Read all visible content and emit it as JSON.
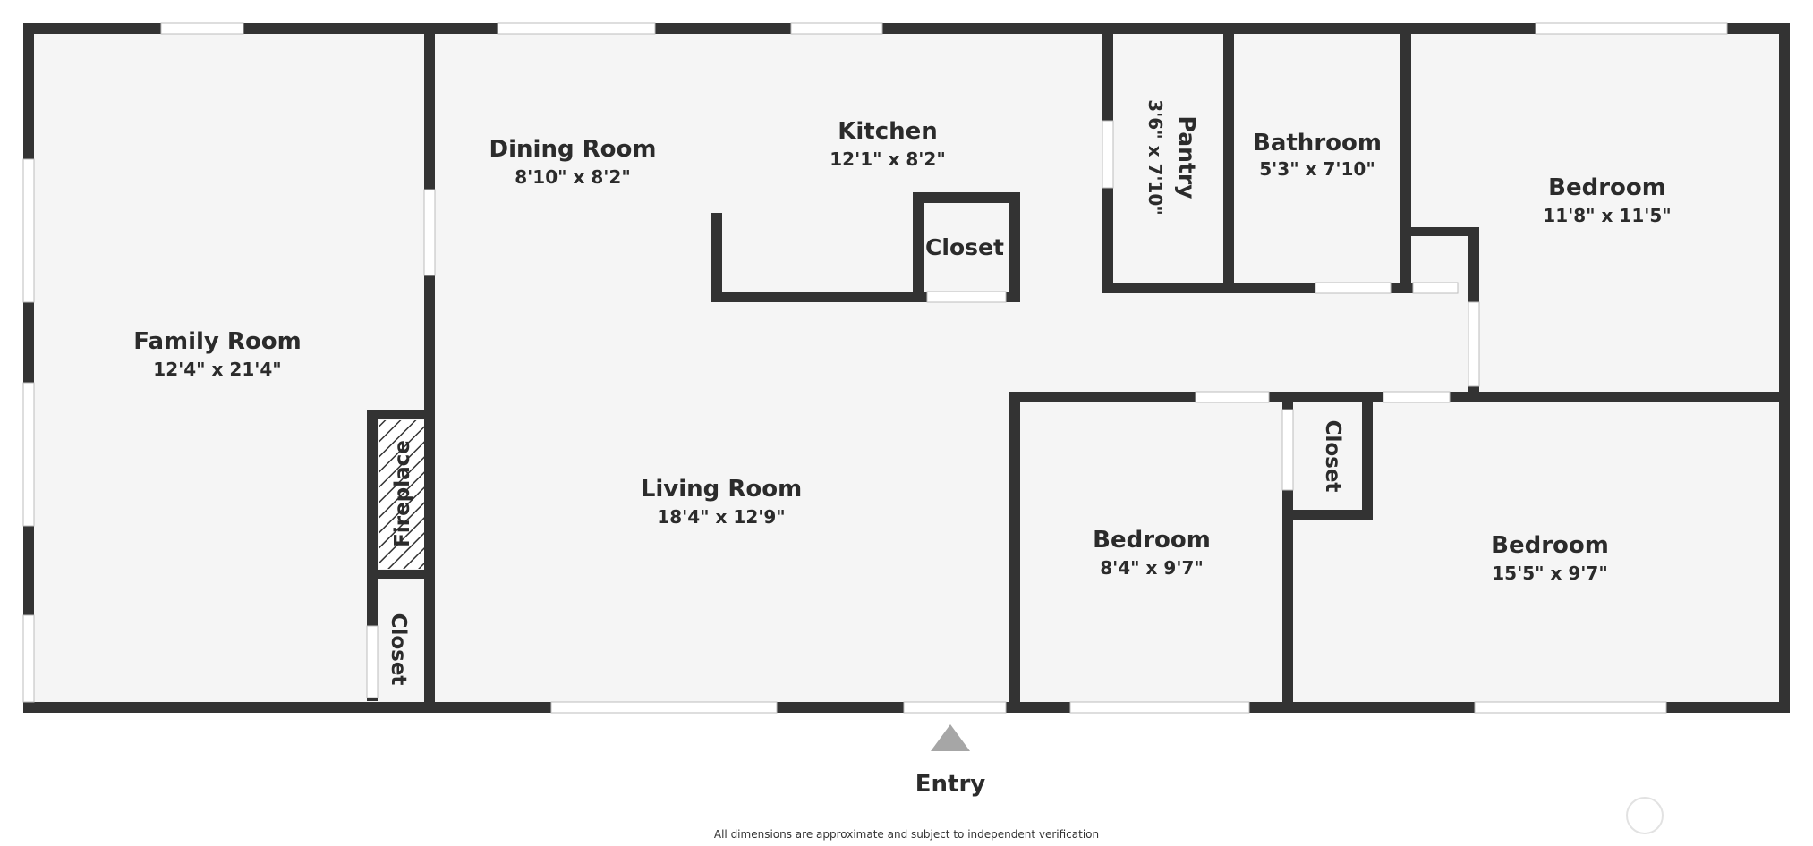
{
  "rooms": {
    "family_room": {
      "name": "Family Room",
      "dims": "12'4\" x 21'4\""
    },
    "dining_room": {
      "name": "Dining Room",
      "dims": "8'10\" x 8'2\""
    },
    "kitchen": {
      "name": "Kitchen",
      "dims": "12'1\" x 8'2\""
    },
    "pantry": {
      "name": "Pantry",
      "dims": "3'6\" x 7'10\""
    },
    "bathroom": {
      "name": "Bathroom",
      "dims": "5'3\" x 7'10\""
    },
    "bedroom_ne": {
      "name": "Bedroom",
      "dims": "11'8\" x 11'5\""
    },
    "kitchen_closet": {
      "name": "Closet"
    },
    "fireplace": {
      "name": "Fireplace"
    },
    "family_closet": {
      "name": "Closet"
    },
    "living_room": {
      "name": "Living Room",
      "dims": "18'4\" x 12'9\""
    },
    "bedroom_mid": {
      "name": "Bedroom",
      "dims": "8'4\" x 9'7\""
    },
    "hall_closet": {
      "name": "Closet"
    },
    "bedroom_se": {
      "name": "Bedroom",
      "dims": "15'5\" x 9'7\""
    }
  },
  "entry": {
    "label": "Entry"
  },
  "disclaimer": "All dimensions are approximate and subject to independent verification",
  "colors": {
    "wall": "#333333",
    "floor": "#f5f5f5",
    "window": "#ffffff",
    "entry_arrow": "#a6a6a6",
    "text": "#2b2b2b"
  }
}
